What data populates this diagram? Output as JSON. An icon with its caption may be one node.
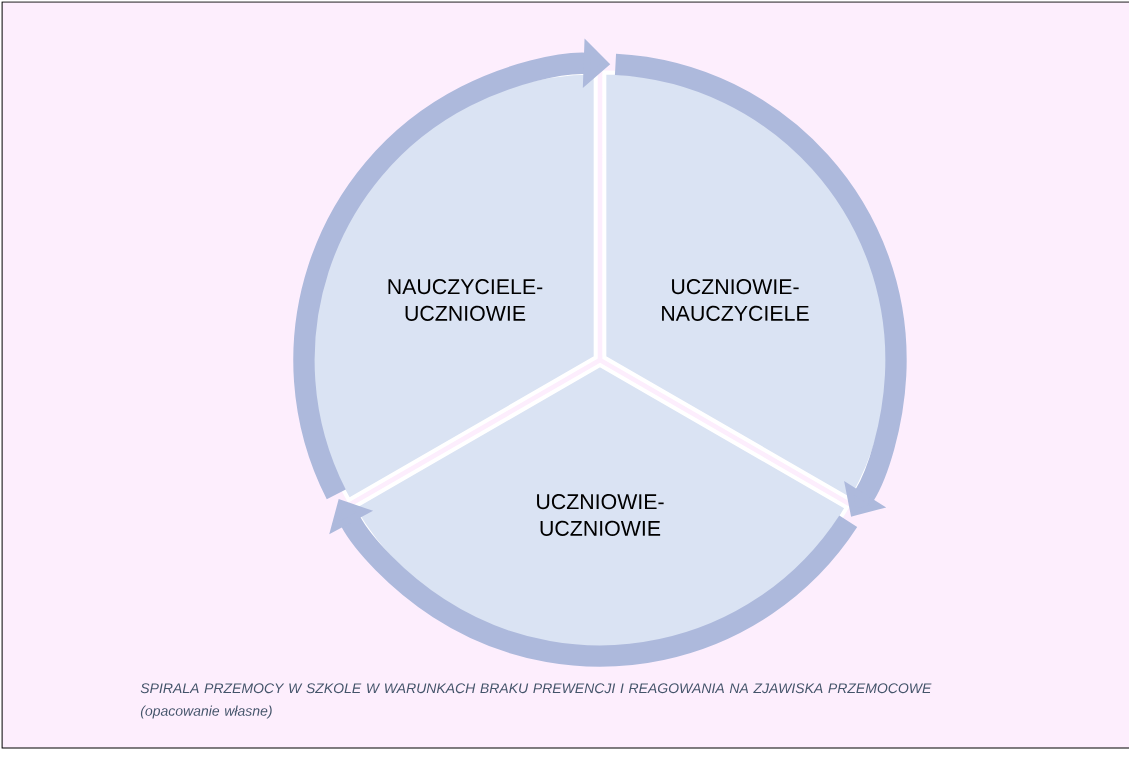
{
  "diagram": {
    "caption": "SPIRALA PRZEMOCY W SZKOLE W WARUNKACH BRAKU PREWENCJI I REAGOWANIA NA ZJAWISKA PRZEMOCOWE (opacowanie własne)",
    "nodes": [
      {
        "text": [
          "NAUCZYCIELE- UCZNIOWIE"
        ]
      },
      {
        "text": [
          "UCZNIOWIE- NAUCZYCIELE"
        ]
      },
      {
        "text": [
          "UCZNIOWIE- UCZNIOWIE"
        ]
      }
    ],
    "edges": [
      {
        "from": 0,
        "to": 1,
        "arrow": "to"
      },
      {
        "from": 1,
        "to": 2,
        "arrow": "to"
      },
      {
        "from": 2,
        "to": 0,
        "arrow": "to"
      }
    ]
  }
}
